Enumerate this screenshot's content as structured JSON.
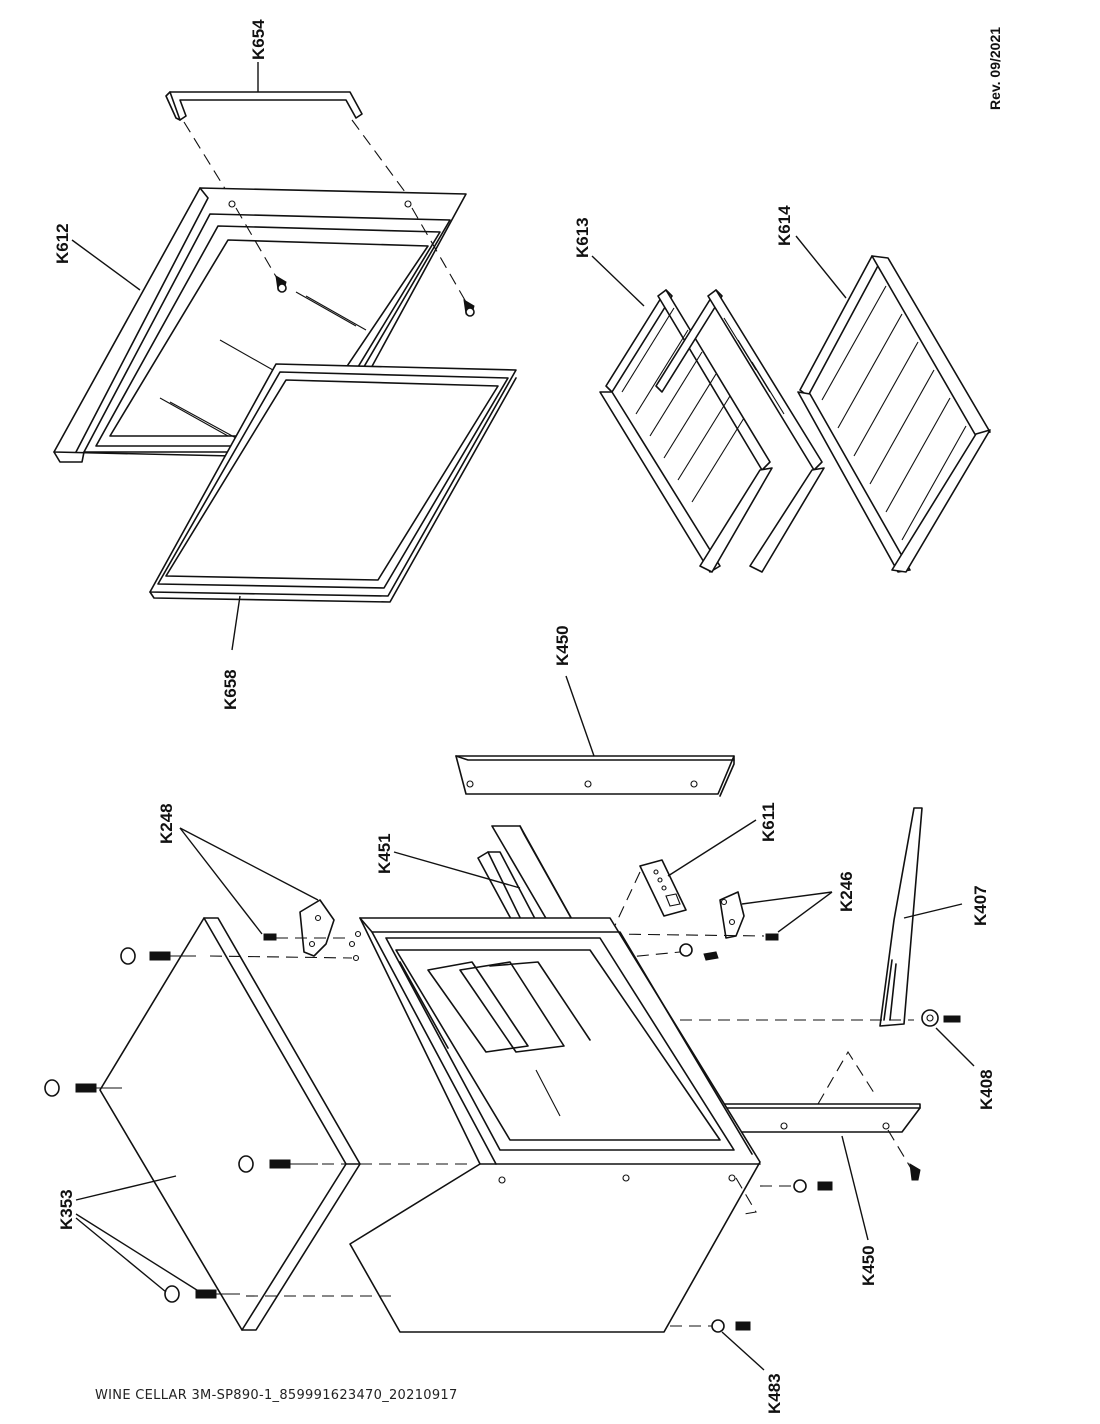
{
  "revision": "Rev. 09/2021",
  "footer_text": "WINE CELLAR 3M-SP890-1_859991623470_20210917",
  "labels": {
    "k654": "K654",
    "k612": "K612",
    "k613": "K613",
    "k614": "K614",
    "k658": "K658",
    "k450_top": "K450",
    "k248": "K248",
    "k451": "K451",
    "k611": "K611",
    "k246": "K246",
    "k407": "K407",
    "k408": "K408",
    "k353": "K353",
    "k450_bottom": "K450",
    "k483": "K483"
  }
}
